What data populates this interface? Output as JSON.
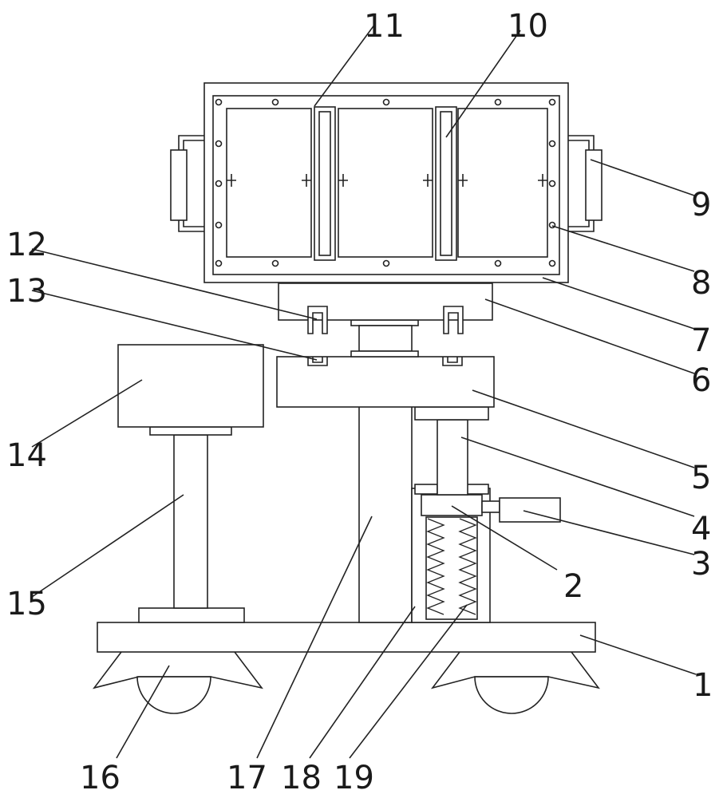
{
  "figure": {
    "labels": [
      {
        "id": "1",
        "text": "1"
      },
      {
        "id": "2",
        "text": "2"
      },
      {
        "id": "3",
        "text": "3"
      },
      {
        "id": "4",
        "text": "4"
      },
      {
        "id": "5",
        "text": "5"
      },
      {
        "id": "6",
        "text": "6"
      },
      {
        "id": "7",
        "text": "7"
      },
      {
        "id": "8",
        "text": "8"
      },
      {
        "id": "9",
        "text": "9"
      },
      {
        "id": "10",
        "text": "10"
      },
      {
        "id": "11",
        "text": "11"
      },
      {
        "id": "12",
        "text": "12"
      },
      {
        "id": "13",
        "text": "13"
      },
      {
        "id": "14",
        "text": "14"
      },
      {
        "id": "15",
        "text": "15"
      },
      {
        "id": "16",
        "text": "16"
      },
      {
        "id": "17",
        "text": "17"
      },
      {
        "id": "18",
        "text": "18"
      },
      {
        "id": "19",
        "text": "19"
      }
    ]
  },
  "colors": {
    "line": "#222222",
    "background": "#ffffff"
  }
}
